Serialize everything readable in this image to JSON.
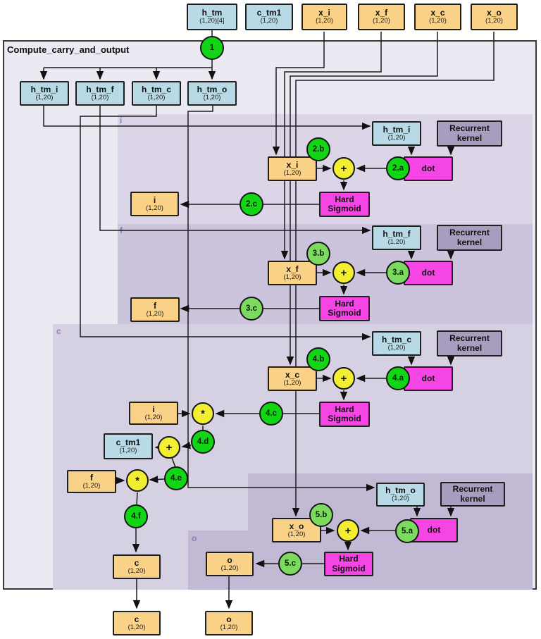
{
  "title": "Compute_carry_and_output",
  "regions": {
    "i": "i",
    "f": "f",
    "c": "c",
    "o": "o"
  },
  "colors": {
    "container_fill": "#ebe9f2",
    "region_i": "#dbd5e7",
    "region_f": "#cbc4dc",
    "region_c": "#d6d0e3",
    "region_o": "#c2bad4",
    "box_blue": "#b7dae6",
    "box_tan": "#fad287",
    "box_magenta": "#f545e5",
    "box_purple": "#a89dbf",
    "circle_green_bright": "#12d515",
    "circle_green_light": "#7cdb5e",
    "circle_yellow": "#f4ee33"
  },
  "nodes": {
    "h_tm_top": {
      "label": "h_tm",
      "shape": "(1,20)[4]"
    },
    "c_tm1_top": {
      "label": "c_tm1",
      "shape": "(1,20)"
    },
    "x_i_top": {
      "label": "x_i",
      "shape": "(1,20)"
    },
    "x_f_top": {
      "label": "x_f",
      "shape": "(1,20)"
    },
    "x_c_top": {
      "label": "x_c",
      "shape": "(1,20)"
    },
    "x_o_top": {
      "label": "x_o",
      "shape": "(1,20)"
    },
    "h_tm_i": {
      "label": "h_tm_i",
      "shape": "(1,20)"
    },
    "h_tm_f": {
      "label": "h_tm_f",
      "shape": "(1,20)"
    },
    "h_tm_c": {
      "label": "h_tm_c",
      "shape": "(1,20)"
    },
    "h_tm_o": {
      "label": "h_tm_o",
      "shape": "(1,20)"
    },
    "h_tm_i_in": {
      "label": "h_tm_i",
      "shape": "(1,20)"
    },
    "h_tm_f_in": {
      "label": "h_tm_f",
      "shape": "(1,20)"
    },
    "h_tm_c_in": {
      "label": "h_tm_c",
      "shape": "(1,20)"
    },
    "h_tm_o_in": {
      "label": "h_tm_o",
      "shape": "(1,20)"
    },
    "rk_i": {
      "label": "Recurrent kernel"
    },
    "rk_f": {
      "label": "Recurrent kernel"
    },
    "rk_c": {
      "label": "Recurrent kernel"
    },
    "rk_o": {
      "label": "Recurrent kernel"
    },
    "dot_i": {
      "label": "dot"
    },
    "dot_f": {
      "label": "dot"
    },
    "dot_c": {
      "label": "dot"
    },
    "dot_o": {
      "label": "dot"
    },
    "hs_i": {
      "label": "Hard Sigmoid"
    },
    "hs_f": {
      "label": "Hard Sigmoid"
    },
    "hs_c": {
      "label": "Hard Sigmoid"
    },
    "hs_o": {
      "label": "Hard Sigmoid"
    },
    "x_i_in": {
      "label": "x_i",
      "shape": "(1,20)"
    },
    "x_f_in": {
      "label": "x_f",
      "shape": "(1,20)"
    },
    "x_c_in": {
      "label": "x_c",
      "shape": "(1,20)"
    },
    "x_o_in": {
      "label": "x_o",
      "shape": "(1,20)"
    },
    "i_out": {
      "label": "i",
      "shape": "(1,20)"
    },
    "f_out": {
      "label": "f",
      "shape": "(1,20)"
    },
    "i_c": {
      "label": "i",
      "shape": "(1,20)"
    },
    "f_c": {
      "label": "f",
      "shape": "(1,20)"
    },
    "c_tm1_in": {
      "label": "c_tm1",
      "shape": "(1,20)"
    },
    "c_c": {
      "label": "c",
      "shape": "(1,20)"
    },
    "o_c": {
      "label": "o",
      "shape": "(1,20)"
    },
    "c_final": {
      "label": "c",
      "shape": "(1,20)"
    },
    "o_final": {
      "label": "o",
      "shape": "(1,20)"
    }
  },
  "steps": {
    "s1": "1",
    "s2a": "2.a",
    "s2b": "2.b",
    "s2c": "2.c",
    "s3a": "3.a",
    "s3b": "3.b",
    "s3c": "3.c",
    "s4a": "4.a",
    "s4b": "4.b",
    "s4c": "4.c",
    "s4d": "4.d",
    "s4e": "4.e",
    "s4f": "4.f",
    "s5a": "5.a",
    "s5b": "5.b",
    "s5c": "5.c"
  },
  "ops": {
    "plus": "+",
    "mul": "*"
  }
}
